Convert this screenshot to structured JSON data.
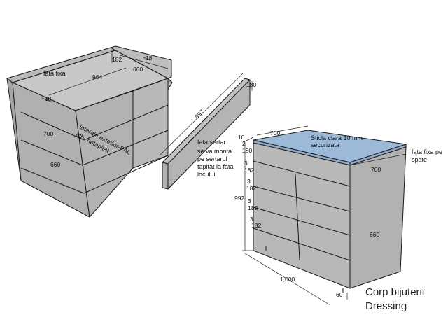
{
  "left_cabinet": {
    "dims": {
      "d182": "182",
      "d18a": "18",
      "d660_top": "660",
      "d964": "964",
      "d18b": "18",
      "d700": "700",
      "d660": "660"
    },
    "labels": {
      "fata_fixa": "fata fixa",
      "laterale_line1": "laterale exterior-PAL",
      "laterale_line2": "alb- netapitat"
    }
  },
  "drawer_front": {
    "d997": "997",
    "d180": "180",
    "note_title": "fata sertar",
    "note_lines": [
      "se va monta",
      "pe sertarul",
      "tapitat la fata",
      "locului"
    ]
  },
  "right_cabinet": {
    "dims": {
      "top700": "700",
      "d10": "10",
      "d2": "2",
      "d180": "180",
      "d3a": "3",
      "d182a": "182",
      "d3b": "3",
      "d182b": "182",
      "d3c": "3",
      "d182c": "182",
      "d992": "992",
      "d1000": "1,000",
      "d60": "60",
      "side700": "700",
      "side660": "660"
    },
    "glass_line1": "Sticla clara 10 mm",
    "glass_line2": "securizata",
    "back_line1": "fata fixa pe",
    "back_line2": "spate"
  },
  "title_line1": "Corp bijuterii",
  "title_line2": "Dressing",
  "colors": {
    "panel_gray": "#b4b4b4",
    "panel_light": "#c4c4c4",
    "panel_dark": "#a9a9a9",
    "glass_blue": "#9cb9d8",
    "edge": "#1a1a1a"
  }
}
